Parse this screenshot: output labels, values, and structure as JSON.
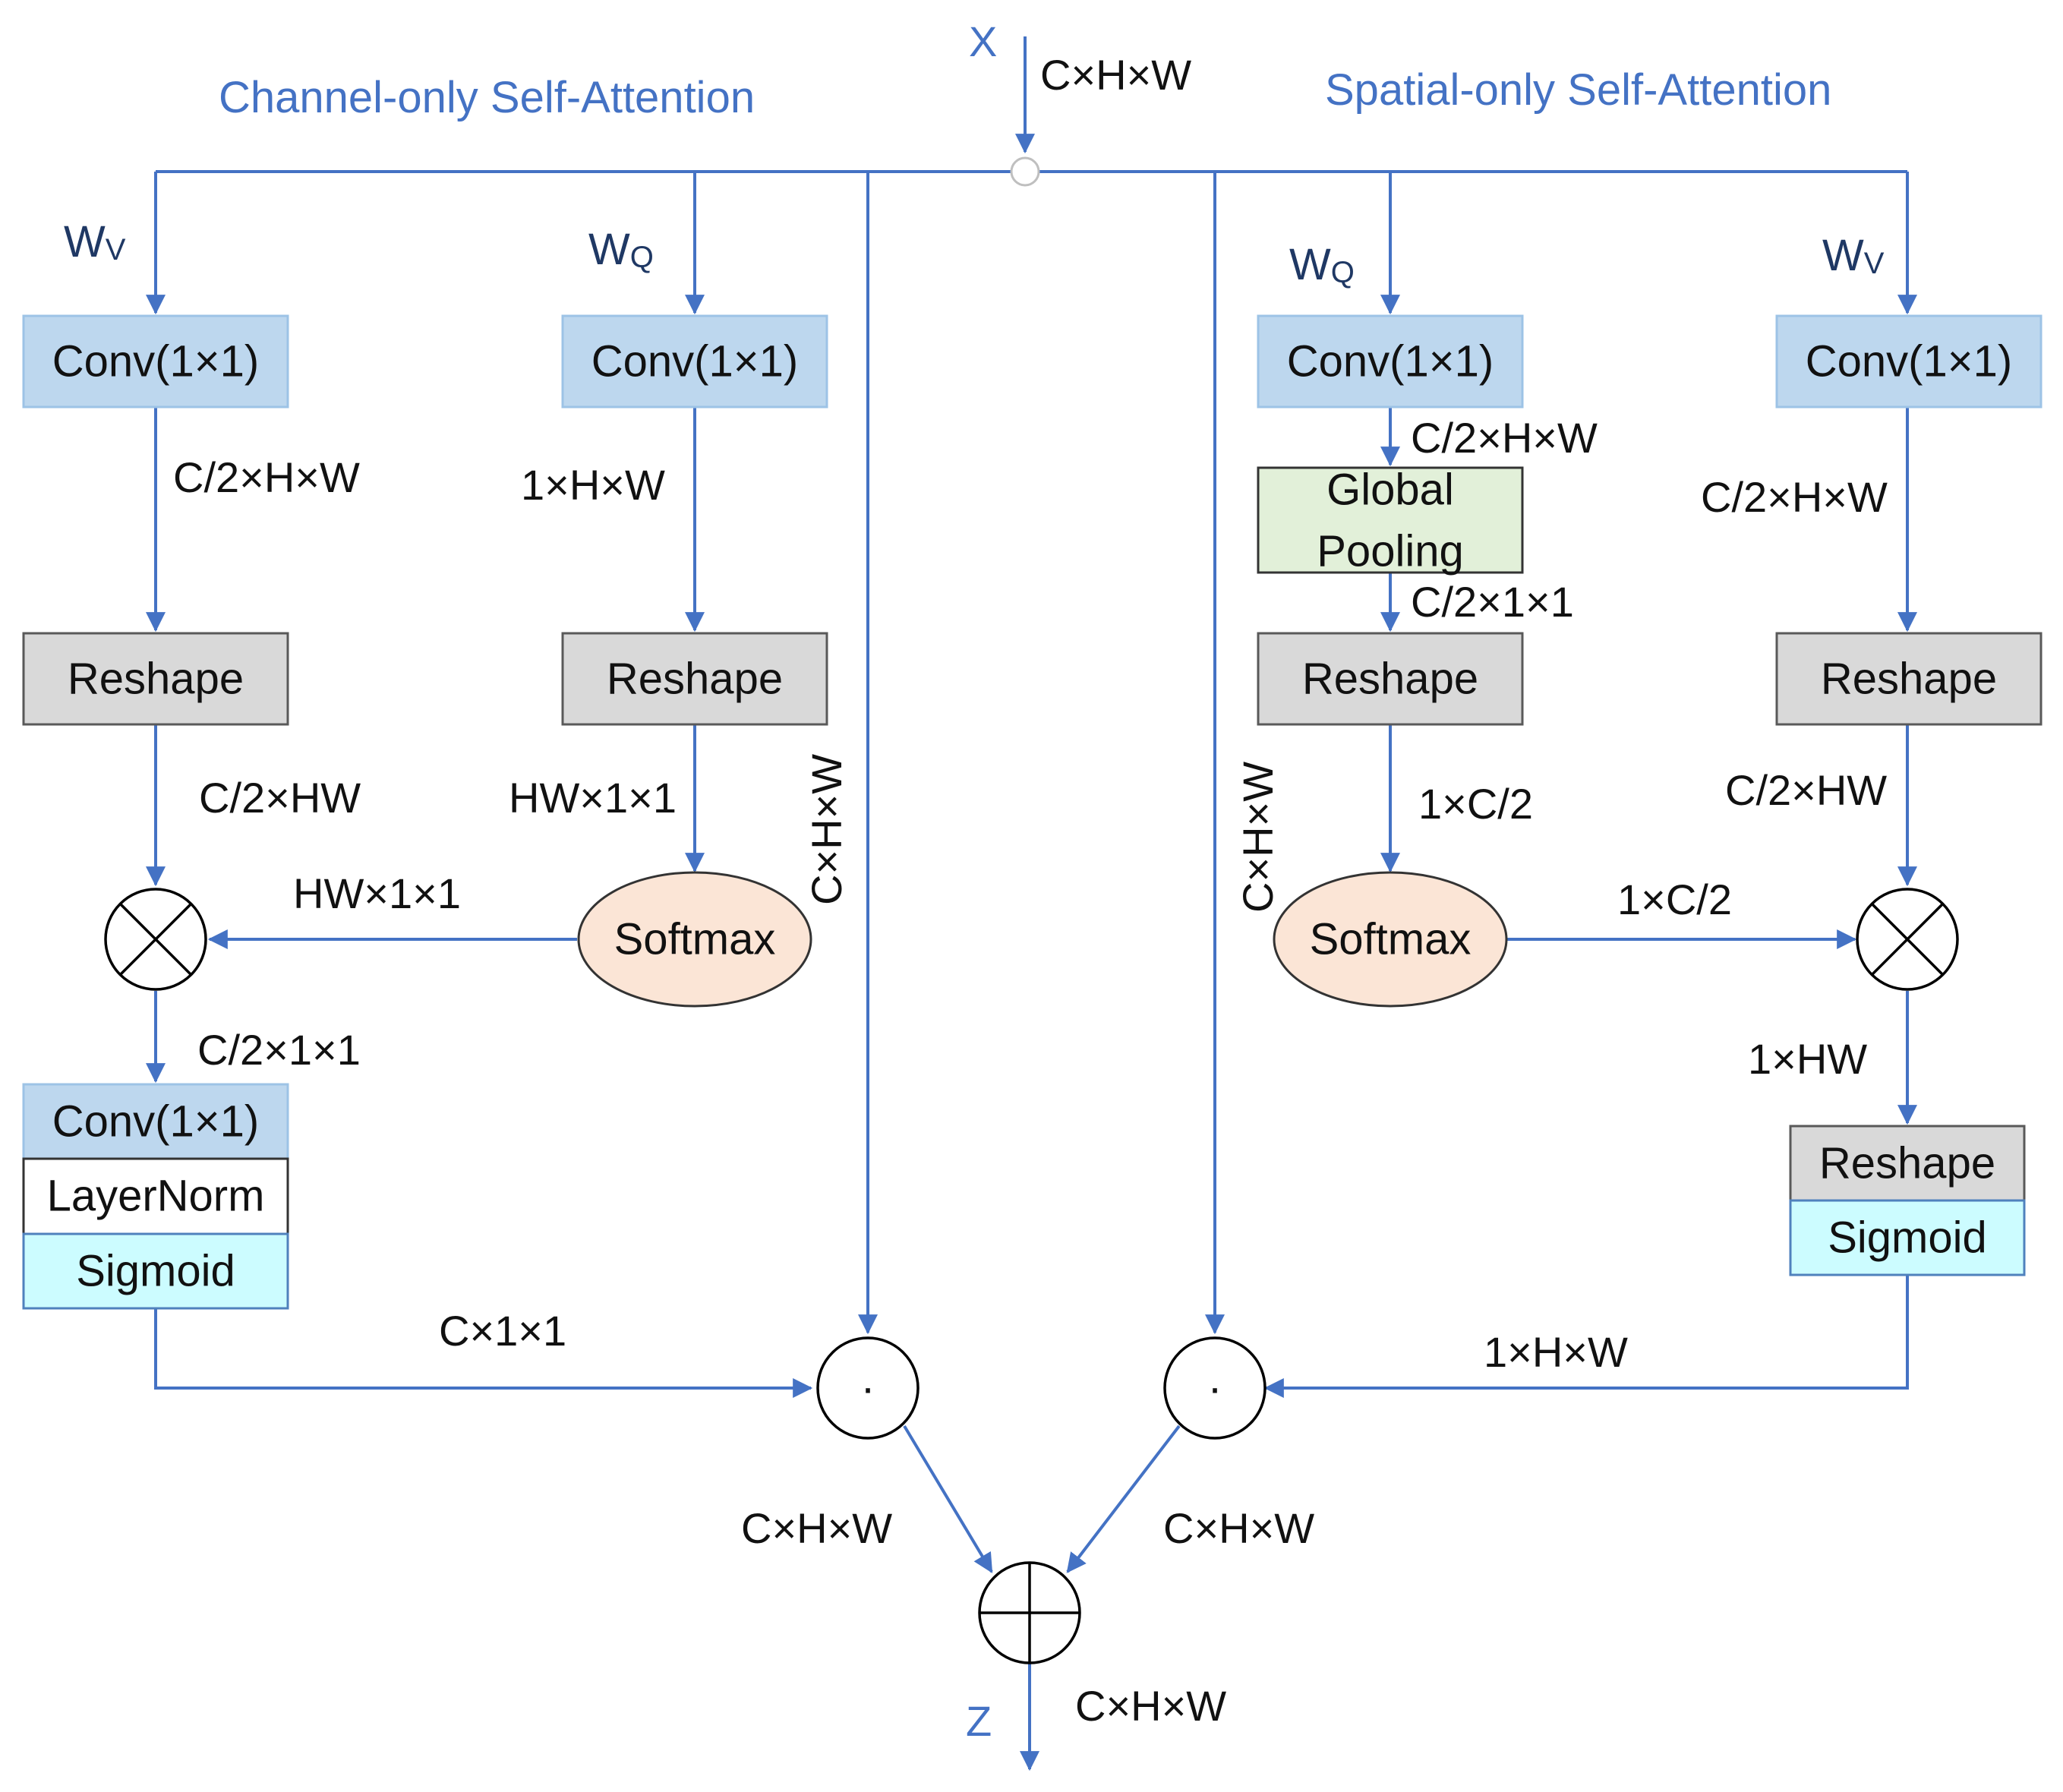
{
  "titles": {
    "channel": "Channel-only Self-Attention",
    "spatial": "Spatial-only Self-Attention"
  },
  "variables": {
    "input": "X",
    "output": "Z"
  },
  "weights": {
    "left_v": {
      "main": "W",
      "sub": "V"
    },
    "left_q": {
      "main": "W",
      "sub": "Q"
    },
    "right_q": {
      "main": "W",
      "sub": "Q"
    },
    "right_v": {
      "main": "W",
      "sub": "V"
    }
  },
  "nodes": {
    "conv": "Conv(1×1)",
    "reshape": "Reshape",
    "softmax": "Softmax",
    "global_pooling_line1": "Global",
    "global_pooling_line2": "Pooling",
    "layernorm": "LayerNorm",
    "sigmoid": "Sigmoid",
    "dot_operator": "·"
  },
  "dims": {
    "input": "C×H×W",
    "left_v_conv_out": "C/2×H×W",
    "left_q_conv_out": "1×H×W",
    "left_v_reshape_out": "C/2×HW",
    "left_q_reshape_out": "HW×1×1",
    "left_softmax_out": "HW×1×1",
    "left_skip": "C×H×W",
    "left_mult_out": "C/2×1×1",
    "left_gate_out": "C×1×1",
    "left_branch_out": "C×H×W",
    "right_q_conv_out": "C/2×H×W",
    "right_pool_out": "C/2×1×1",
    "right_q_reshape_out": "1×C/2",
    "right_softmax_out": "1×C/2",
    "right_v_conv_out": "C/2×H×W",
    "right_v_reshape_out": "C/2×HW",
    "right_skip": "C×H×W",
    "right_mult_out": "1×HW",
    "right_gate_out": "1×H×W",
    "right_branch_out": "C×H×W",
    "output": "C×H×W"
  },
  "colors": {
    "edge": "#4472c4",
    "conv_fill": "#bdd7ee",
    "reshape_fill": "#d9d9d9",
    "pooling_fill": "#e2f0d9",
    "softmax_fill": "#fbe5d6",
    "sigmoid_fill": "#ccfcff",
    "title": "#4472c4"
  }
}
